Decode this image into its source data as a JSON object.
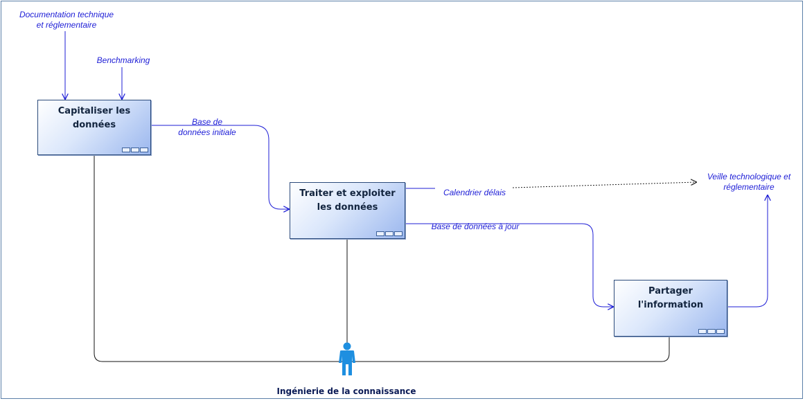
{
  "inputs": {
    "doc_tech": "Documentation technique\net réglementaire",
    "benchmarking": "Benchmarking"
  },
  "boxes": {
    "capitaliser": "Capitaliser les\ndonnées",
    "traiter": "Traiter et exploiter\nles données",
    "partager": "Partager\nl'information"
  },
  "flows": {
    "base_initiale": "Base de\ndonnées initiale",
    "calendrier": "Calendrier délais",
    "base_a_jour": "Base de données à jour"
  },
  "output": {
    "veille": "Veille technologique et\nréglementaire"
  },
  "actor": {
    "name": "Ingénierie de la connaissance",
    "icon": "person-icon"
  },
  "colors": {
    "flow": "#1d1dd6",
    "mechanism": "#111111",
    "actor": "#1e8fe0",
    "box_border": "#2b4a7a"
  }
}
